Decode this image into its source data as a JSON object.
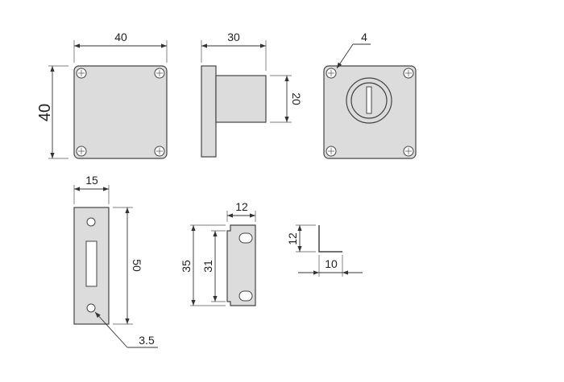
{
  "dimensions": {
    "front_width": "40",
    "front_height": "40",
    "side_depth": "30",
    "side_diameter": "20",
    "screw_hole": "4",
    "strike_width": "15",
    "strike_height": "50",
    "strike_hole": "3.5",
    "keeper_width": "12",
    "keeper_height": "35",
    "keeper_hole_spacing": "31",
    "angle_height": "12",
    "angle_width": "10"
  }
}
